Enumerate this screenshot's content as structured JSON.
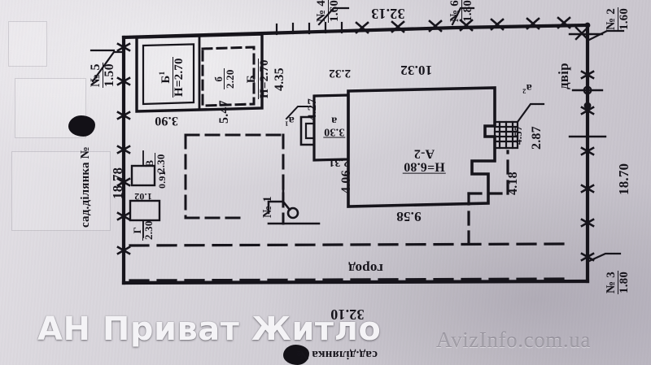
{
  "document": {
    "kind": "cadastral-site-plan",
    "language": "uk"
  },
  "watermarks": {
    "agency": "АН Приват Житло",
    "site": "AvizInfo.com.ua"
  },
  "areas": {
    "yard_label": "двір",
    "garden_label": "город",
    "neighbour_left": "сад.ділянка №",
    "neighbour_bottom": "сад.ділянка №"
  },
  "buildings": [
    {
      "id": "A-2",
      "name": "A-2",
      "height_label": "H=6.80",
      "note": "main two-storey house"
    },
    {
      "id": "B1",
      "name": "Б",
      "superscript": "1",
      "height_label": "H=2.70",
      "note": "outbuilding left"
    },
    {
      "id": "B",
      "name": "Б",
      "height_label": "H=2.70",
      "note": "outbuilding right"
    },
    {
      "id": "b",
      "name": "б",
      "value": "2.20",
      "note": "dashed inner structure"
    },
    {
      "id": "a",
      "name": "а",
      "value": "3.30",
      "note": "annex to A-2"
    },
    {
      "id": "a2",
      "name": "а",
      "superscript": "2",
      "note": "porch / steps"
    },
    {
      "id": "V",
      "name": "В",
      "value": "2.30",
      "note": "small structure on left fence"
    },
    {
      "id": "G",
      "name": "Г",
      "value": "2.30",
      "note": "small structure on left fence"
    }
  ],
  "dimensions": {
    "top_boundary": "32.13",
    "bottom_boundary": "32.10",
    "left_boundary": "18.78",
    "right_boundary": "18.70",
    "b1_width": "3.90",
    "b_width": "5.47",
    "b_depth": "4.35",
    "a_width": "4.27",
    "a_height": "2.32",
    "a_lower": "2.31",
    "house_top": "10.32",
    "house_bottom": "9.58",
    "house_left": "4.06",
    "house_right": "4.18",
    "steps_width": "4.57",
    "steps_offset": "2.87",
    "v_width": "0.91",
    "v_offset": "2.30",
    "g_width": "1.02",
    "g_offset": "2.30"
  },
  "markers": [
    {
      "label": "№ 1",
      "value": "",
      "note": "gate on garden boundary"
    },
    {
      "label": "№ 2",
      "value": "1.60",
      "note": "top right corner"
    },
    {
      "label": "№ 3",
      "value": "1.80",
      "note": "bottom right"
    },
    {
      "label": "№ 4",
      "value": "1.60",
      "note": "top left of top boundary"
    },
    {
      "label": "№ 5",
      "value": "1.50",
      "note": "top left corner"
    },
    {
      "label": "№ 6",
      "value": "1.80",
      "note": "top middle-right"
    }
  ]
}
